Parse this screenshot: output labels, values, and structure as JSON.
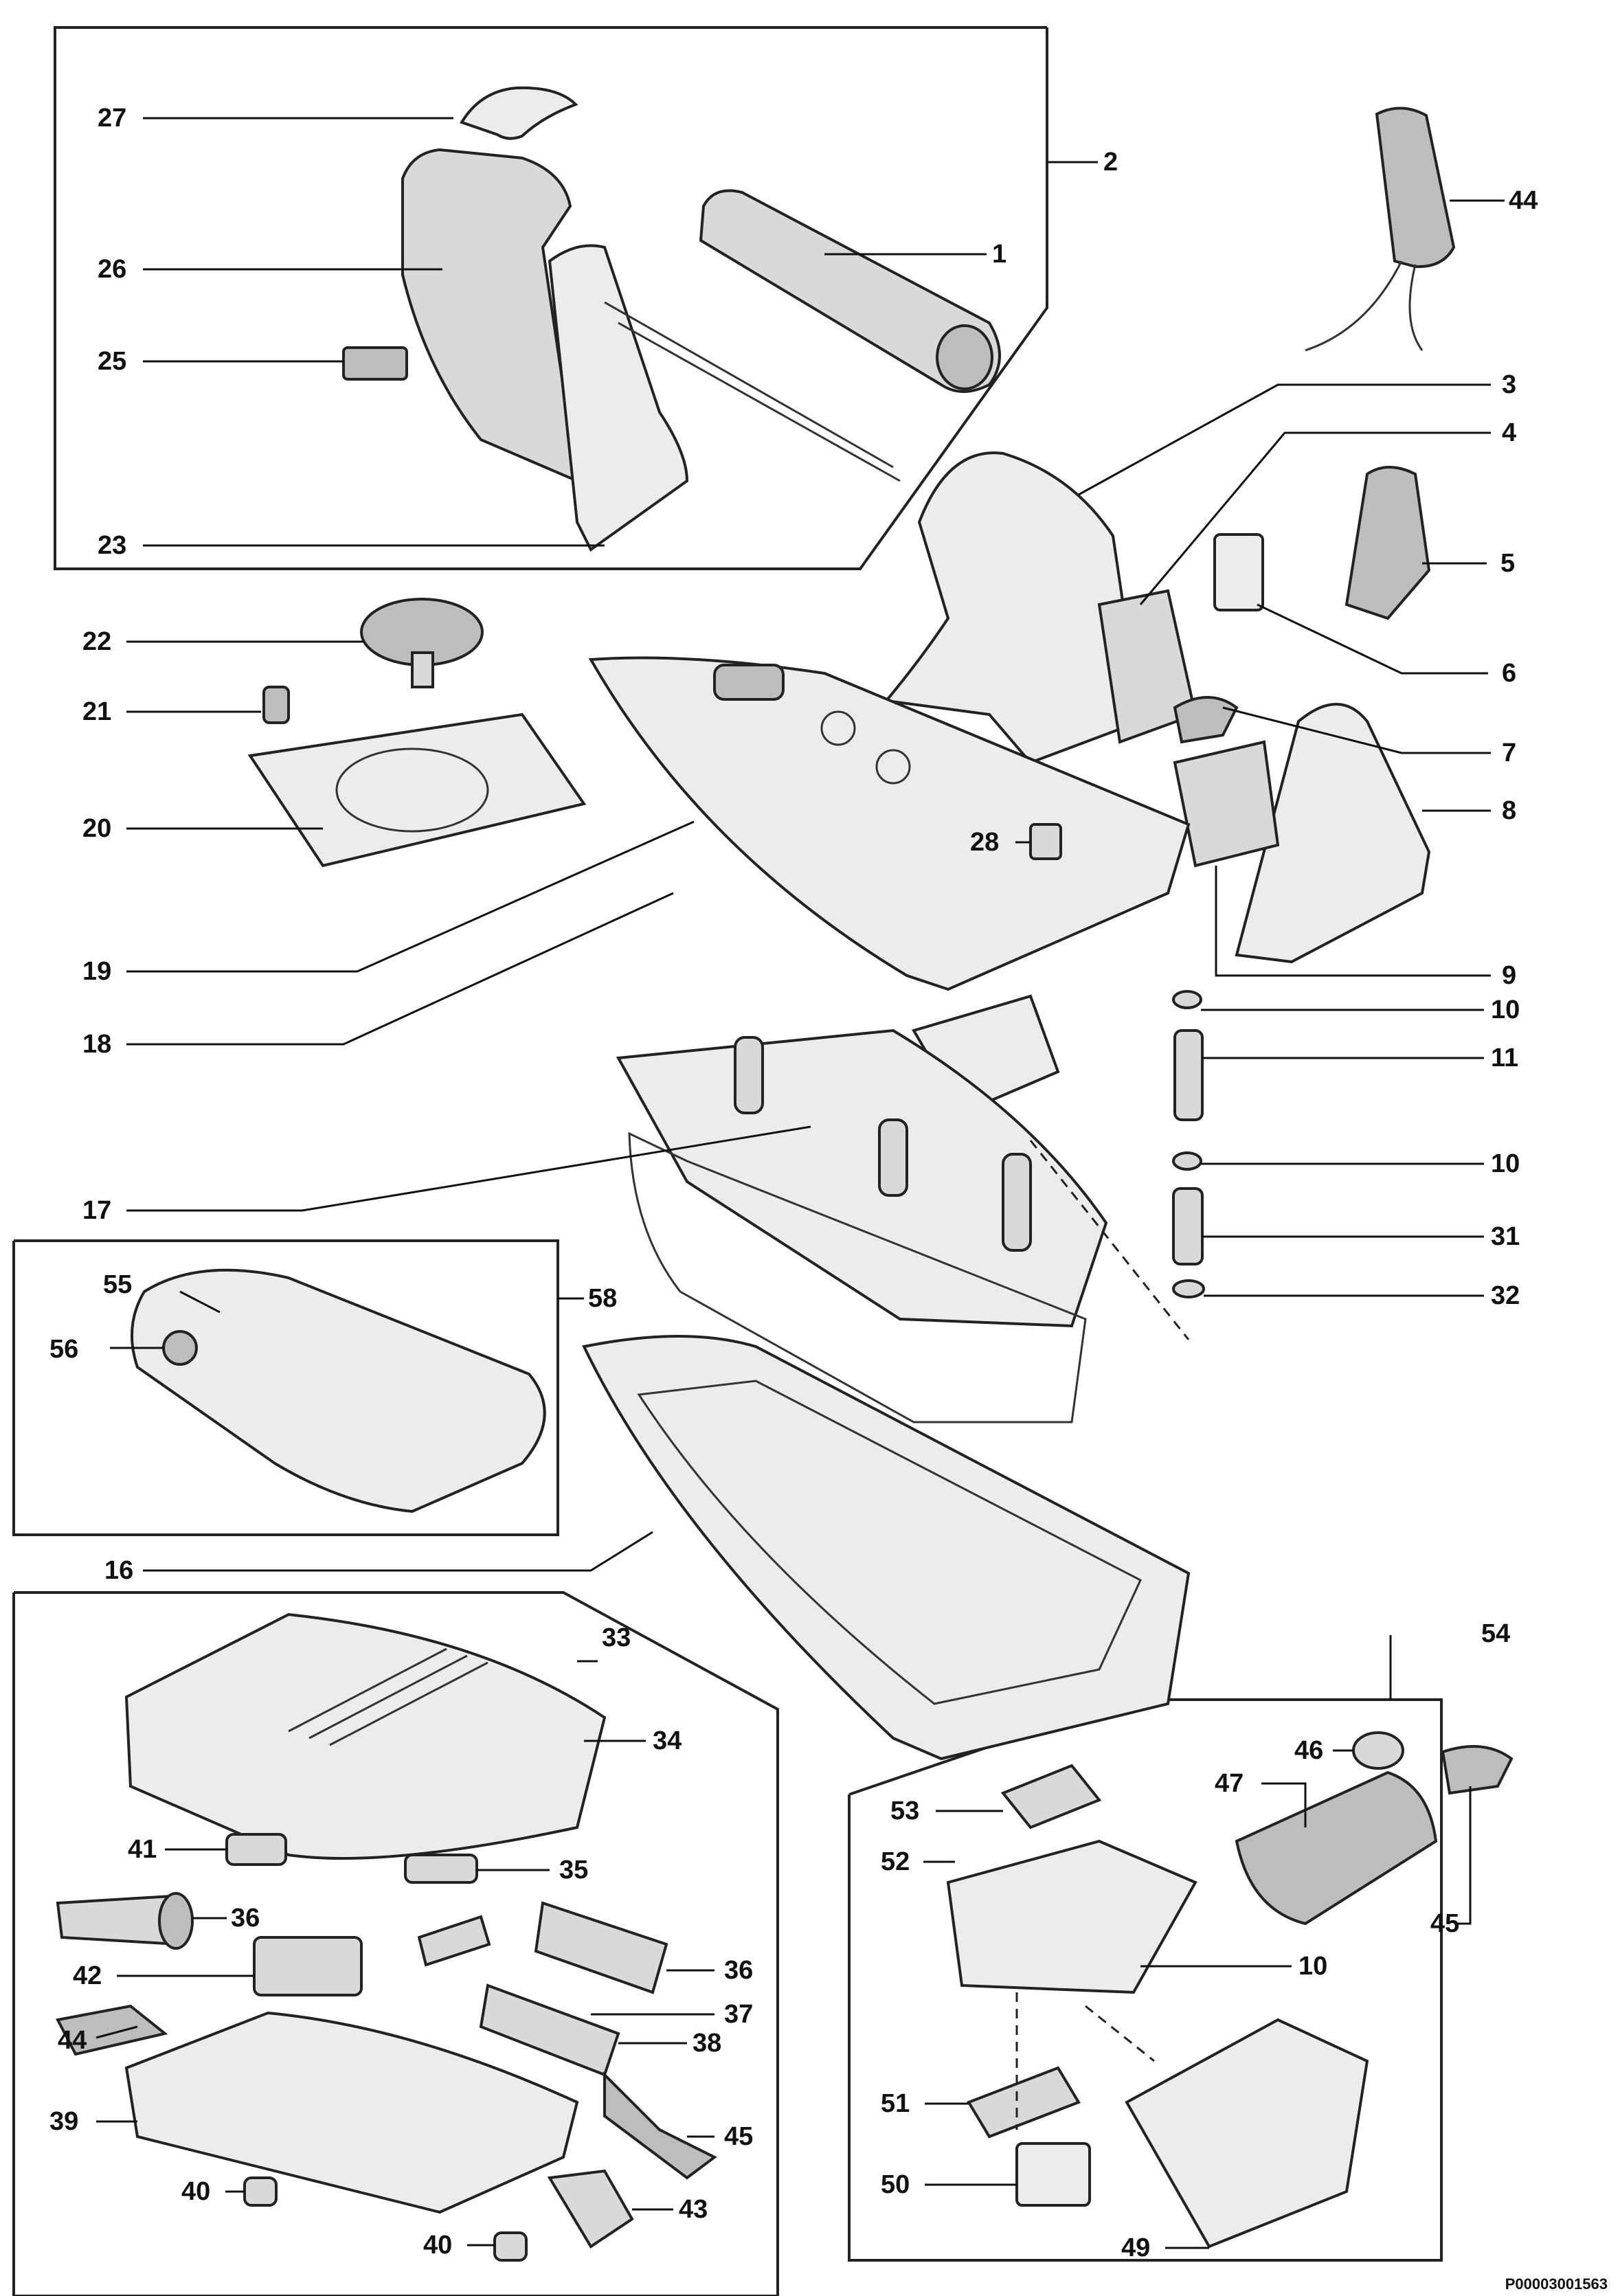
{
  "callouts": {
    "c1": "1",
    "c2": "2",
    "c3": "3",
    "c4": "4",
    "c5": "5",
    "c6": "6",
    "c7": "7",
    "c8": "8",
    "c9": "9",
    "c10a": "10",
    "c10b": "10",
    "c10c": "10",
    "c11": "11",
    "c16": "16",
    "c17": "17",
    "c18": "18",
    "c19": "19",
    "c20": "20",
    "c21": "21",
    "c22": "22",
    "c23": "23",
    "c25": "25",
    "c26": "26",
    "c27": "27",
    "c28": "28",
    "c31": "31",
    "c32": "32",
    "c33": "33",
    "c34": "34",
    "c35": "35",
    "c36a": "36",
    "c36b": "36",
    "c37": "37",
    "c38": "38",
    "c39": "39",
    "c40a": "40",
    "c40b": "40",
    "c41": "41",
    "c42": "42",
    "c43": "43",
    "c44a": "44",
    "c44b": "44",
    "c45a": "45",
    "c45b": "45",
    "c46": "46",
    "c47": "47",
    "c49": "49",
    "c50": "50",
    "c51": "51",
    "c52": "52",
    "c53": "53",
    "c54": "54",
    "c55": "55",
    "c56": "56",
    "c58": "58"
  },
  "drawing_code": "P00003001563"
}
